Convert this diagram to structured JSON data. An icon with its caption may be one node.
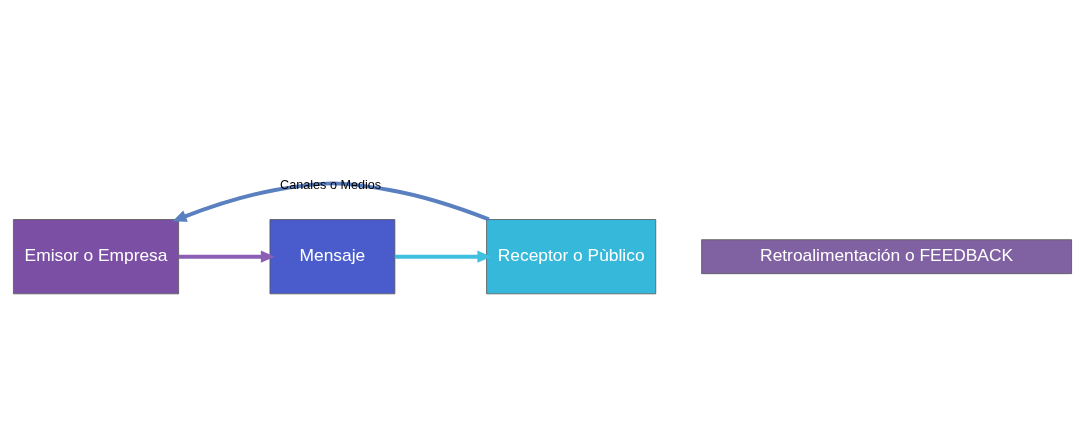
{
  "diagram": {
    "nodes": [
      {
        "text": [
          "Emisor o Empresa"
        ]
      },
      {
        "text": [
          "Mensaje"
        ]
      },
      {
        "text": [
          "Receptor o Pùblico"
        ]
      },
      {
        "text": [
          "Retroalimentación o FEEDBACK"
        ]
      }
    ],
    "edges": [
      {
        "from": 0,
        "to": 1,
        "arrow": "to",
        "color": "#8a5fb5"
      },
      {
        "from": 1,
        "to": 2,
        "arrow": "to",
        "color": "#3fc0de"
      },
      {
        "from": 2,
        "to": 0,
        "arrow": "to",
        "color": "#5b80c0",
        "label": "Canales o Medios"
      }
    ]
  }
}
